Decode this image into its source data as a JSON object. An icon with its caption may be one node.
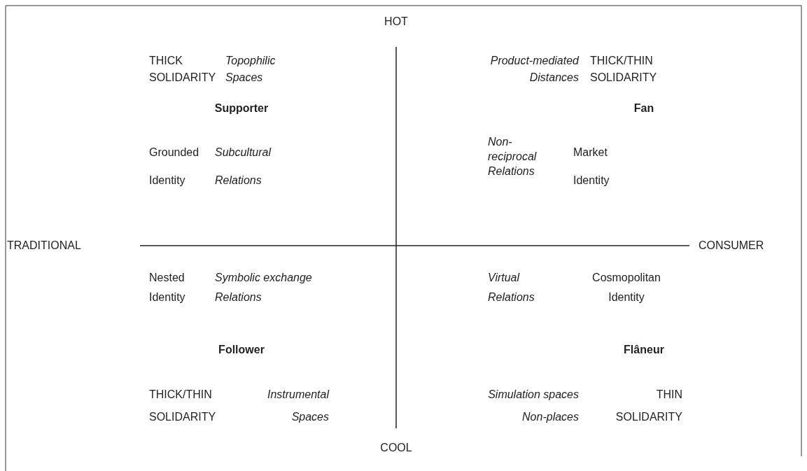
{
  "diagram": {
    "labels": [
      "HOT",
      "THICK SOLIDARITY",
      "Topophilic Spaces",
      "Product-mediated Distances",
      "THICK/THIN SOLIDARITY",
      "Supporter",
      "Fan",
      "Grounded Identity",
      "Subcultural Relations",
      "Non-reciprocal Relations",
      "Market Identity",
      "TRADITIONAL",
      "CONSUMER",
      "Nested Identity",
      "Symbolic exchange Relations",
      "Virtual Relations",
      "Cosmopolitan Identity",
      "Follower",
      "Flâneur",
      "THICK/THIN SOLIDARITY",
      "Instrumental Spaces",
      "Simulation spaces Non-places",
      "THIN SOLIDARITY",
      "COOL"
    ]
  }
}
